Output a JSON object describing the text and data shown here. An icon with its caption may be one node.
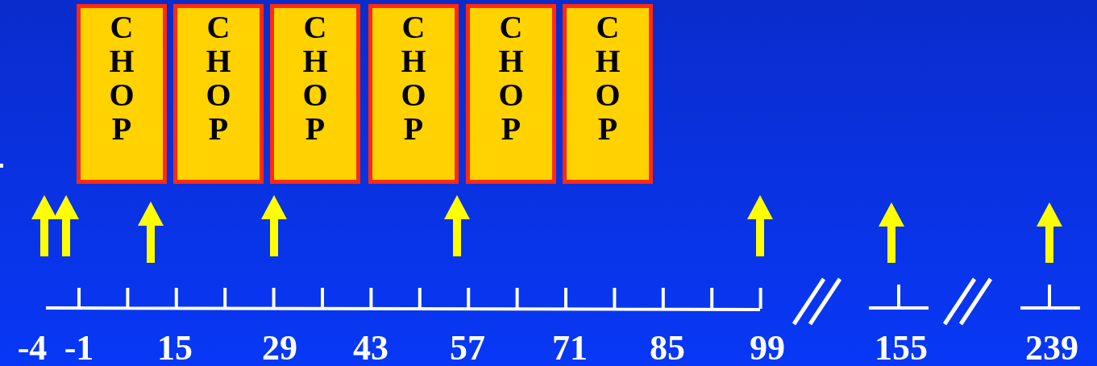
{
  "diagram": {
    "nodes": [
      {
        "text": [
          "CHOP"
        ]
      },
      {
        "text": [
          "CHOP"
        ]
      },
      {
        "text": [
          "CHOP"
        ]
      },
      {
        "text": [
          "CHOP"
        ]
      },
      {
        "text": [
          "CHOP"
        ]
      },
      {
        "text": [
          "CHOP"
        ]
      }
    ],
    "labels": [
      "-4",
      "-1",
      "15",
      "29",
      "43",
      "57",
      "71",
      "85",
      "99",
      "155",
      "239"
    ]
  }
}
